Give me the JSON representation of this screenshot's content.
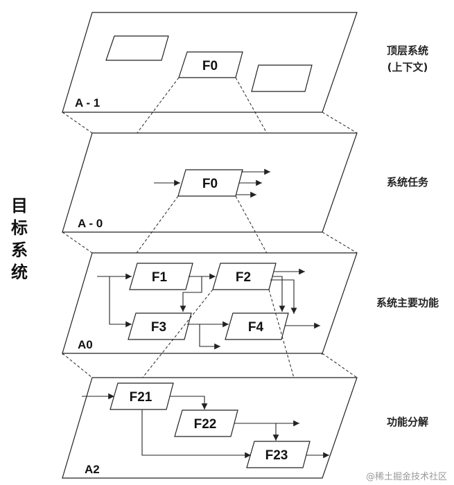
{
  "vertical_title": [
    "目",
    "标",
    "系",
    "统"
  ],
  "levels": [
    {
      "plane_label": "A - 1",
      "side_label_lines": [
        "顶层系统",
        "(上下文)"
      ],
      "boxes": [
        "F0"
      ]
    },
    {
      "plane_label": "A - 0",
      "side_label_lines": [
        "系统任务"
      ],
      "boxes": [
        "F0"
      ]
    },
    {
      "plane_label": "A0",
      "side_label_lines": [
        "系统主要功能"
      ],
      "boxes": [
        "F1",
        "F2",
        "F3",
        "F4"
      ]
    },
    {
      "plane_label": "A2",
      "side_label_lines": [
        "功能分解"
      ],
      "boxes": [
        "F21",
        "F22",
        "F23"
      ]
    }
  ],
  "watermark": "@稀土掘金技术社区"
}
